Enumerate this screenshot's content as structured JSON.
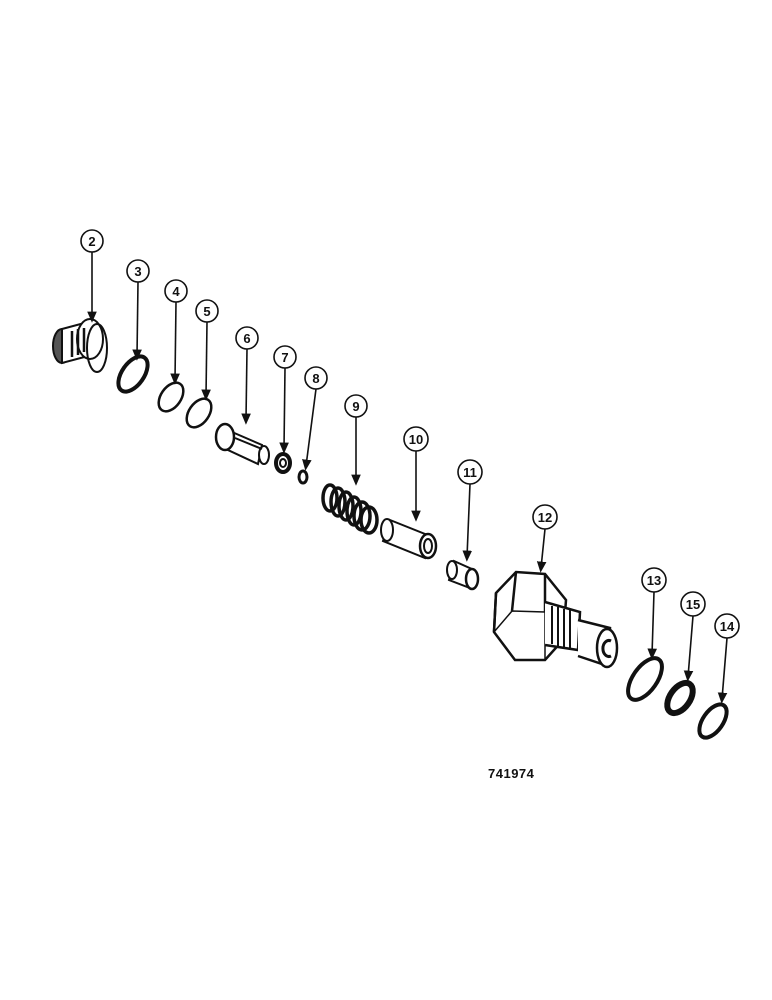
{
  "figure_number": "741974",
  "callouts": [
    {
      "id": "2",
      "label": "2"
    },
    {
      "id": "3",
      "label": "3"
    },
    {
      "id": "4",
      "label": "4"
    },
    {
      "id": "5",
      "label": "5"
    },
    {
      "id": "6",
      "label": "6"
    },
    {
      "id": "7",
      "label": "7"
    },
    {
      "id": "8",
      "label": "8"
    },
    {
      "id": "9",
      "label": "9"
    },
    {
      "id": "10",
      "label": "10"
    },
    {
      "id": "11",
      "label": "11"
    },
    {
      "id": "12",
      "label": "12"
    },
    {
      "id": "13",
      "label": "13"
    },
    {
      "id": "15",
      "label": "15"
    },
    {
      "id": "14",
      "label": "14"
    }
  ]
}
